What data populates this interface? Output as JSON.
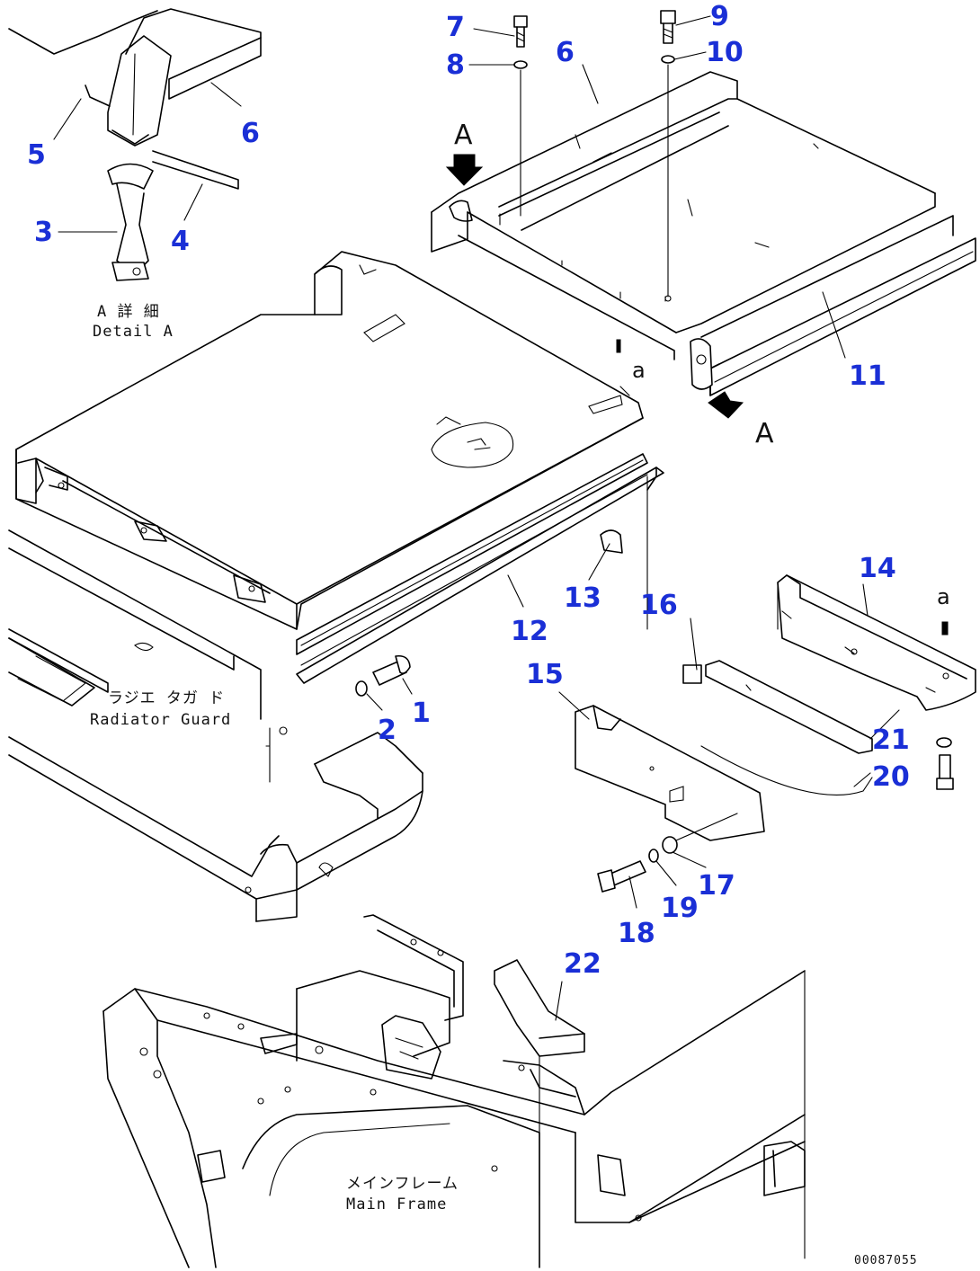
{
  "diagram": {
    "part_numbers": [
      {
        "id": "p7",
        "text": "7"
      },
      {
        "id": "p8",
        "text": "8"
      },
      {
        "id": "p9",
        "text": "9"
      },
      {
        "id": "p10",
        "text": "10"
      },
      {
        "id": "p6a",
        "text": "6"
      },
      {
        "id": "p6b",
        "text": "6"
      },
      {
        "id": "p5",
        "text": "5"
      },
      {
        "id": "p3",
        "text": "3"
      },
      {
        "id": "p4",
        "text": "4"
      },
      {
        "id": "p11",
        "text": "11"
      },
      {
        "id": "p14",
        "text": "14"
      },
      {
        "id": "p16",
        "text": "16"
      },
      {
        "id": "p13",
        "text": "13"
      },
      {
        "id": "p12",
        "text": "12"
      },
      {
        "id": "p15",
        "text": "15"
      },
      {
        "id": "p1",
        "text": "1"
      },
      {
        "id": "p2",
        "text": "2"
      },
      {
        "id": "p21",
        "text": "21"
      },
      {
        "id": "p20",
        "text": "20"
      },
      {
        "id": "p17",
        "text": "17"
      },
      {
        "id": "p19",
        "text": "19"
      },
      {
        "id": "p18",
        "text": "18"
      },
      {
        "id": "p22",
        "text": "22"
      }
    ],
    "labels": {
      "detail_a_jp": "A 詳 細",
      "detail_a_en": "Detail A",
      "radiator_guard_jp": "ラジエ タガ ド",
      "radiator_guard_en": "Radiator Guard",
      "main_frame_jp": "メインフレーム",
      "main_frame_en": "Main Frame"
    },
    "view_markers": {
      "view_a_top": "A",
      "view_a_right": "A",
      "ref_a_right": "a",
      "ref_a_center": "a"
    },
    "drawing_code": "00087055",
    "colors": {
      "part_number": "#1a2fd6",
      "line": "#000000",
      "background": "#ffffff"
    }
  }
}
